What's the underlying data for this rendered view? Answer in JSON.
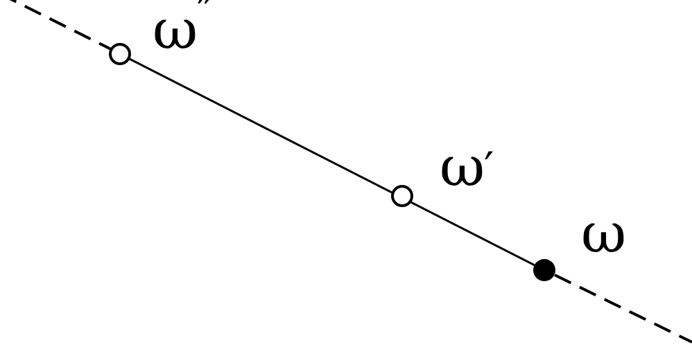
{
  "points": [
    {
      "id": "omega-double-prime",
      "label": "ω",
      "mark": "″",
      "filled": false
    },
    {
      "id": "omega-prime",
      "label": "ω",
      "mark": "′",
      "filled": false
    },
    {
      "id": "omega",
      "label": "ω",
      "mark": "",
      "filled": true
    }
  ],
  "colors": {
    "stroke": "#000000",
    "background": "#ffffff"
  }
}
